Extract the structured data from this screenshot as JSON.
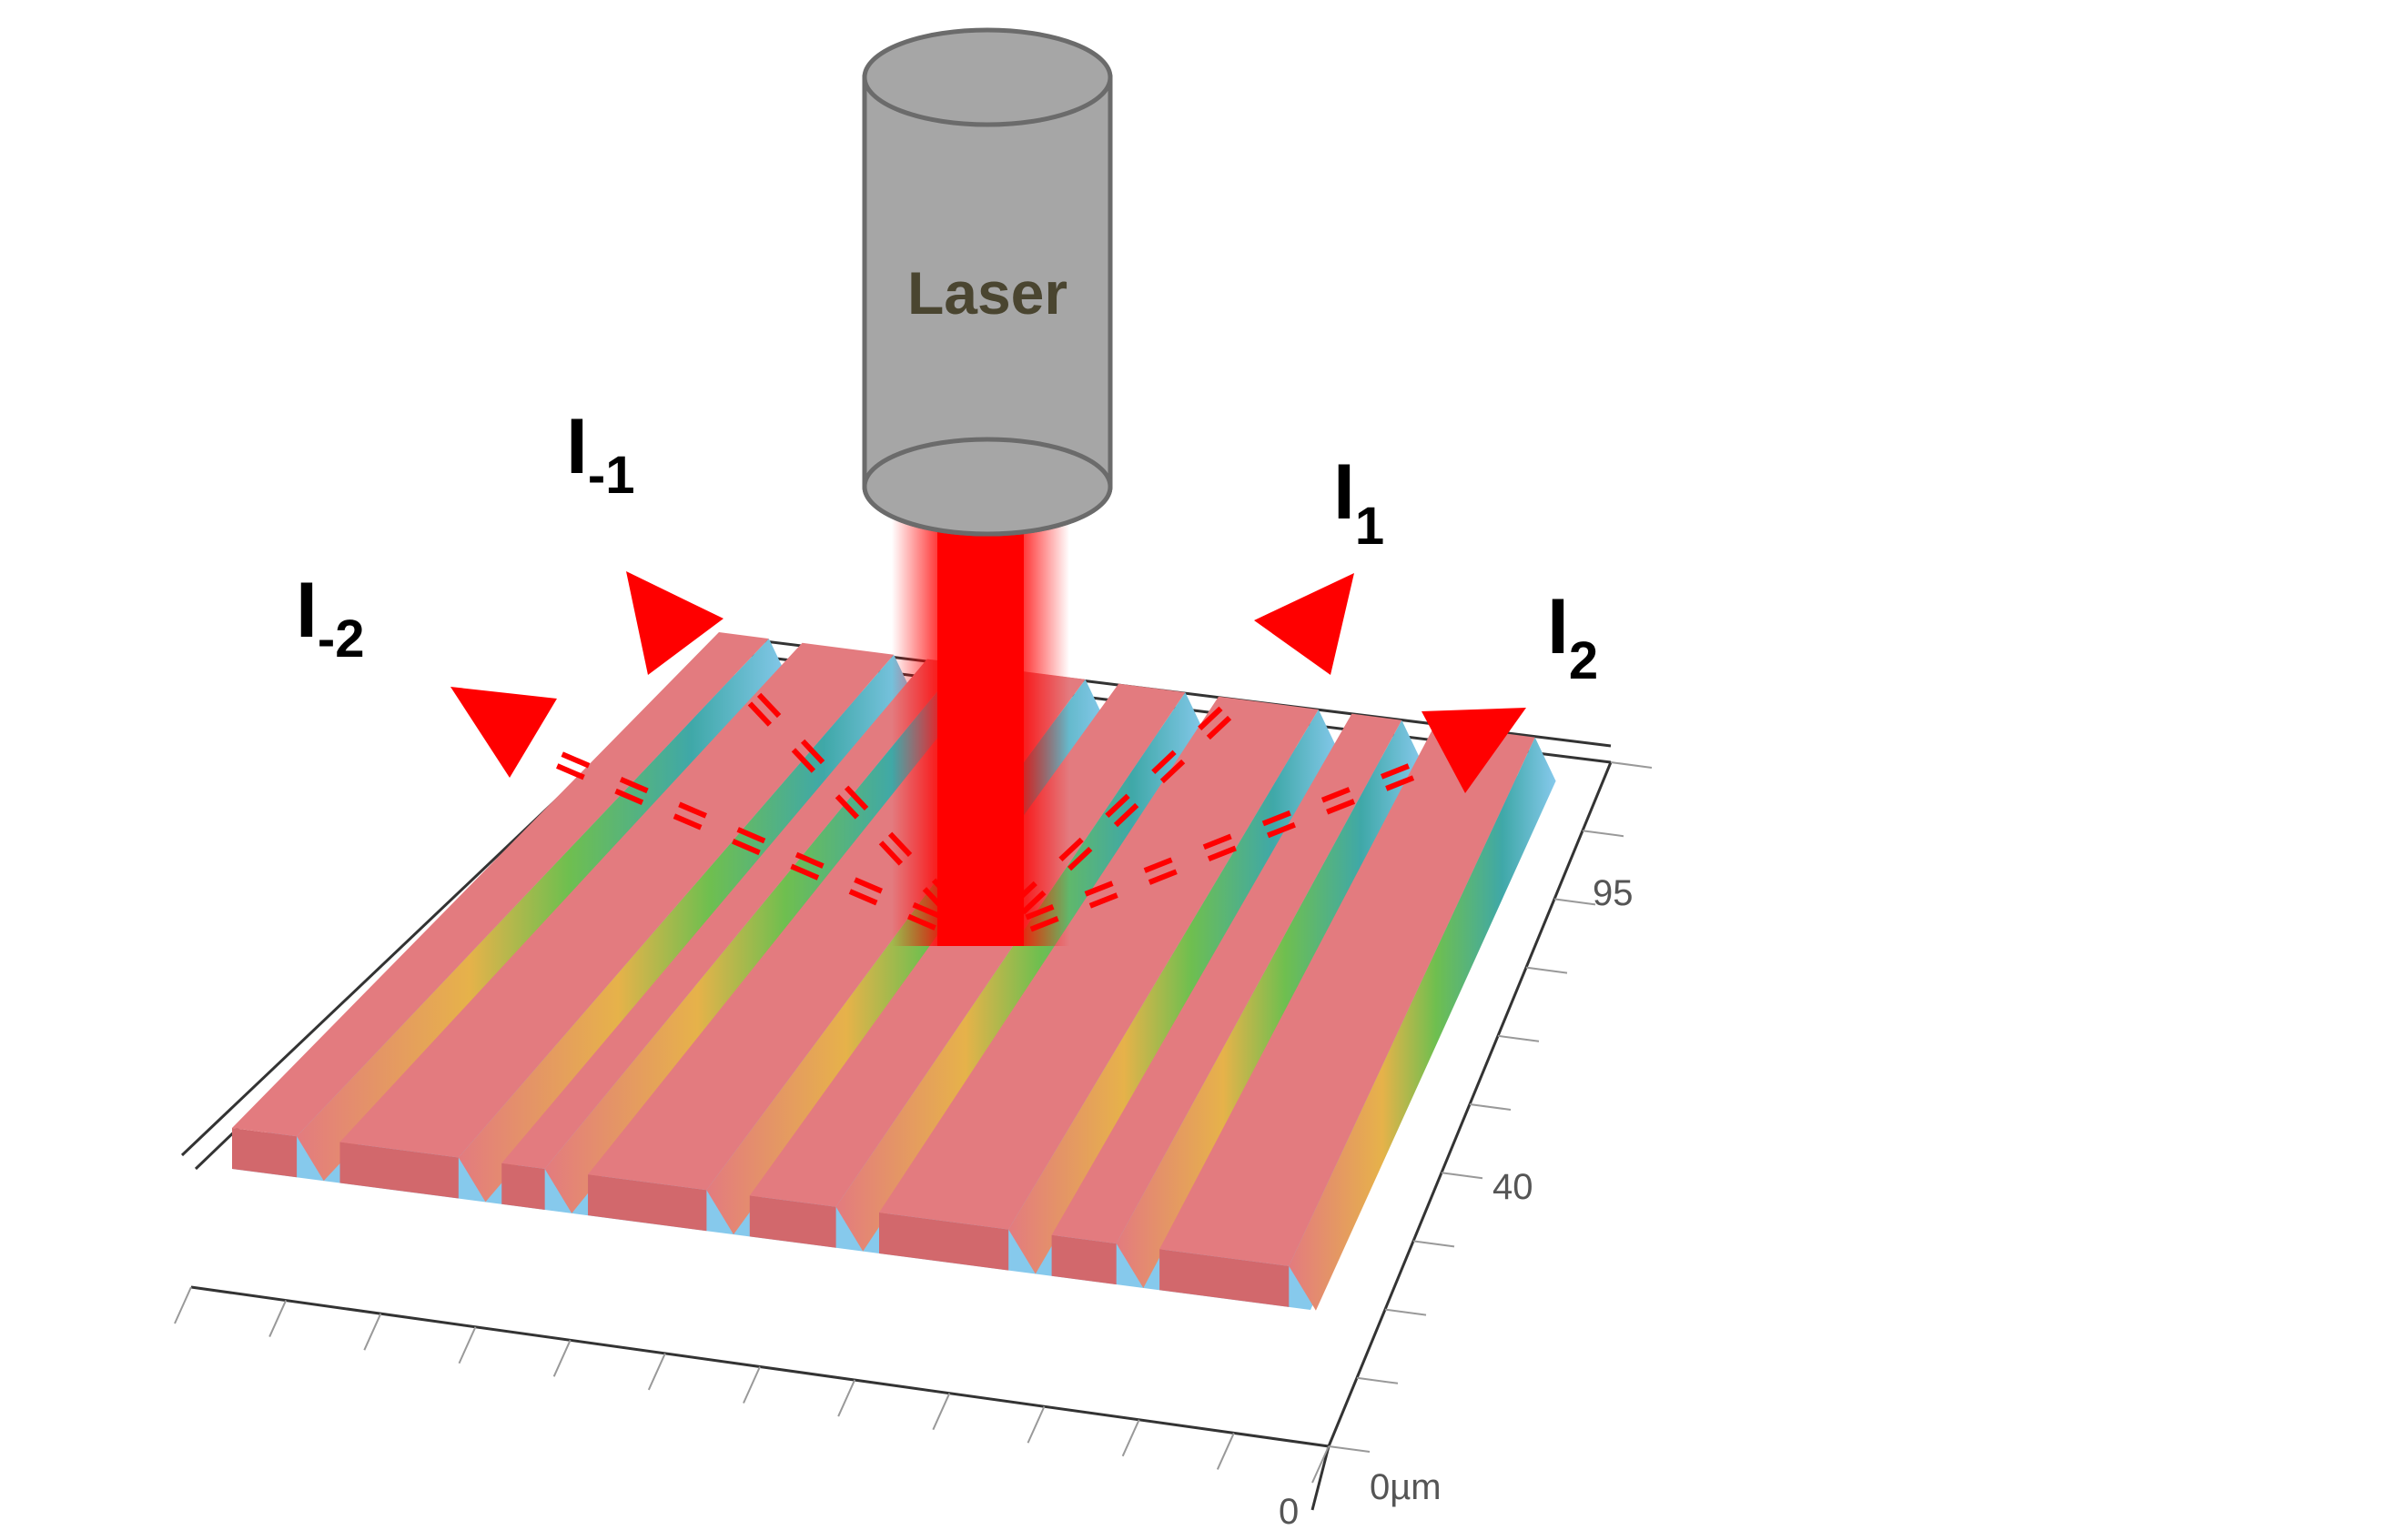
{
  "laser": {
    "label": "Laser",
    "body_color": "#a6a6a6",
    "text_color": "#4a4530"
  },
  "beam_color": "#ff0000",
  "orders": [
    {
      "id": "m2",
      "base": "I",
      "sub": "-2"
    },
    {
      "id": "m1",
      "base": "I",
      "sub": "-1"
    },
    {
      "id": "p1",
      "base": "I",
      "sub": "1"
    },
    {
      "id": "p2",
      "base": "I",
      "sub": "2"
    }
  ],
  "axis_ticks": {
    "t95": "95",
    "t40": "40",
    "t0um": "0µm",
    "t0": "0"
  },
  "surface": {
    "ridge_color": "#e37b7f",
    "groove_color": "#86c9ec"
  }
}
